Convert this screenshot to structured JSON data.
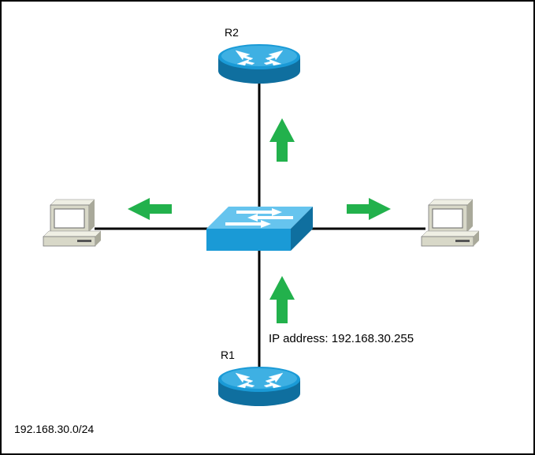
{
  "nodes": {
    "r2": {
      "label": "R2",
      "type": "router"
    },
    "r1": {
      "label": "R1",
      "type": "router"
    },
    "switch": {
      "label": "",
      "type": "switch"
    },
    "pc_left": {
      "label": "",
      "type": "pc"
    },
    "pc_right": {
      "label": "",
      "type": "pc"
    }
  },
  "annotations": {
    "r1_ip": "IP address: 192.168.30.255",
    "network": "192.168.30.0/24"
  },
  "links": [
    {
      "from": "switch",
      "to": "r2"
    },
    {
      "from": "switch",
      "to": "r1"
    },
    {
      "from": "switch",
      "to": "pc_left"
    },
    {
      "from": "switch",
      "to": "pc_right"
    }
  ],
  "flow_arrows": [
    {
      "direction": "up",
      "near": "r2"
    },
    {
      "direction": "up",
      "near": "r1"
    },
    {
      "direction": "left",
      "near": "pc_left"
    },
    {
      "direction": "right",
      "near": "pc_right"
    }
  ],
  "colors": {
    "device_blue": "#1a9ad6",
    "device_blue_dark": "#0f6f9f",
    "device_blue_light": "#66c4ee",
    "arrow_green": "#22b14c",
    "pc_body": "#d8d8c8",
    "pc_screen": "#ffffff",
    "line": "#000000"
  }
}
